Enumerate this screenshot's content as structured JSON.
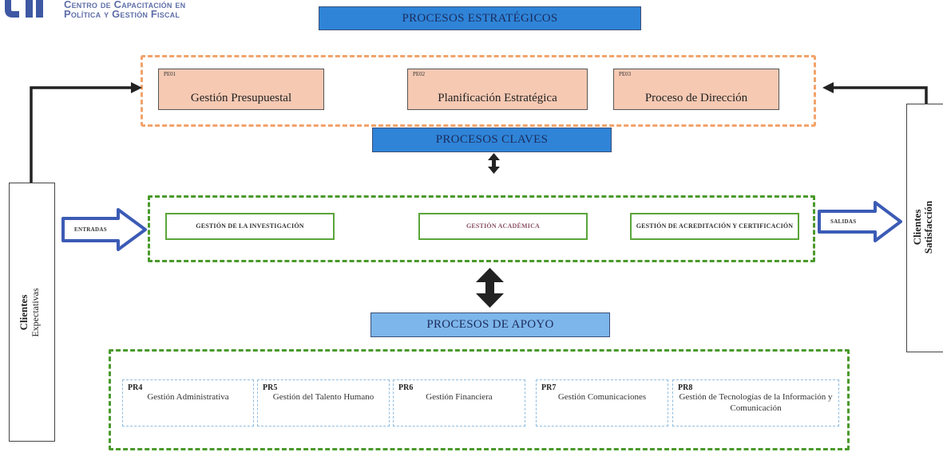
{
  "logo": {
    "line1": "Centro de Capacitación en",
    "line2": "Política y Gestión Fiscal",
    "colors": {
      "mark": "#3f58a3",
      "text": "#5f6fa8"
    }
  },
  "headers": {
    "estrategicos": "PROCESOS ESTRATÉGICOS",
    "claves": "PROCESOS CLAVES",
    "apoyo": "PROCESOS DE APOYO"
  },
  "estrategicos": [
    {
      "code": "PE01",
      "label": "Gestión Presupuestal"
    },
    {
      "code": "PE02",
      "label": "Planificación Estratégica"
    },
    {
      "code": "PE03",
      "label": "Proceso de Dirección"
    }
  ],
  "claves": [
    {
      "label": "GESTIÓN DE LA INVESTIGACIÓN"
    },
    {
      "label": "GESTIÓN ACADÉMICA"
    },
    {
      "label": "GESTIÓN DE ACREDITACIÓN Y CERTIFICACIÓN"
    }
  ],
  "apoyo": [
    {
      "code": "PR4",
      "label": "Gestión Administrativa"
    },
    {
      "code": "PR5",
      "label": "Gestión del Talento Humano"
    },
    {
      "code": "PR6",
      "label": "Gestión Financiera"
    },
    {
      "code": "PR7",
      "label": "Gestión Comunicaciones"
    },
    {
      "code": "PR8",
      "label": "Gestión de Tecnologías de la Información y Comunicación"
    }
  ],
  "clientes_izq": {
    "title": "Clientes",
    "subtitle": "Expectativas"
  },
  "clientes_der": {
    "title": "Clientes",
    "subtitle": "Satisfacción"
  },
  "flows": {
    "entradas": "ENTRADAS",
    "salidas": "SALIDAS"
  },
  "colors": {
    "header_blue": "#2f84d8",
    "header_light": "#7db6eb",
    "estrategico_fill": "#f6c9b3",
    "orange_dash": "#f2a36b",
    "green_dash": "#4a9a2c",
    "arrow_outline": "#3b5bb5"
  }
}
